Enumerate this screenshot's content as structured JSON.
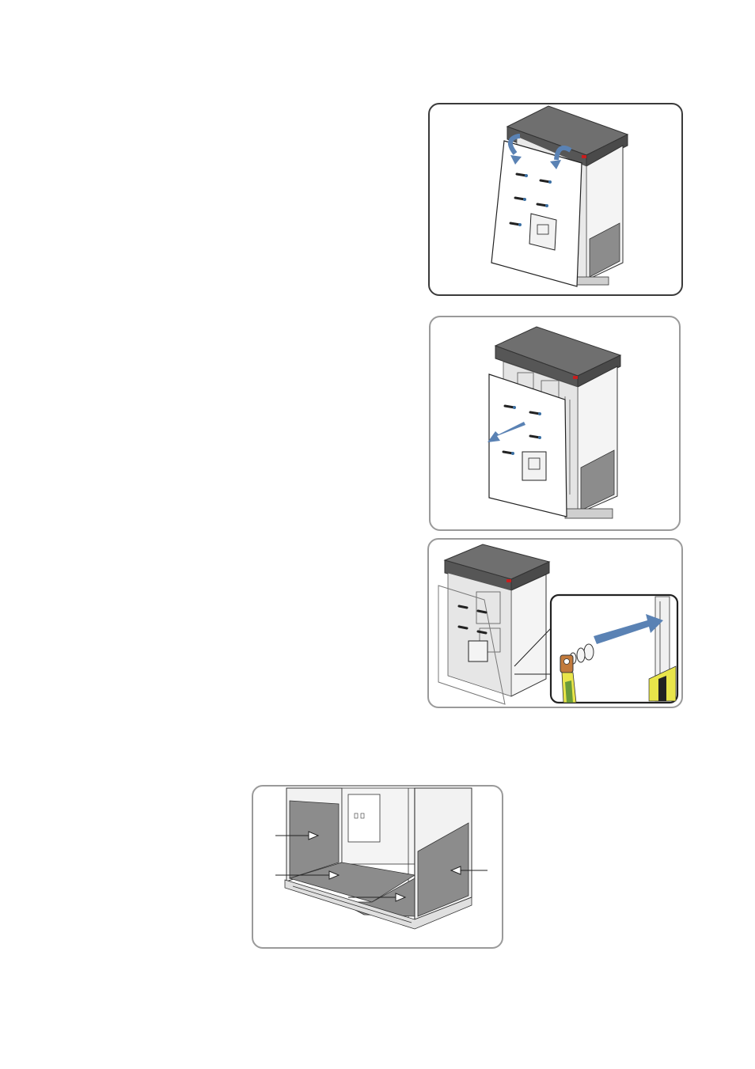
{
  "figures": [
    {
      "id": "step-1",
      "illustration": "cabinet-door-hinged-open"
    },
    {
      "id": "step-2",
      "illustration": "cabinet-door-removed"
    },
    {
      "id": "step-3",
      "illustration": "grounding-cable-attached"
    },
    {
      "id": "step-4",
      "illustration": "cabinet-interior-floor-plates"
    }
  ],
  "colors": {
    "roof": "#6f6f6f",
    "roof_dark": "#565656",
    "plate": "#8c8c8c",
    "arrow": "#5a82b4",
    "cable_yellow": "#e9e54a",
    "cable_green": "#6a9a3a",
    "lug": "#c27a3c",
    "brand_red": "#c81e1e"
  }
}
